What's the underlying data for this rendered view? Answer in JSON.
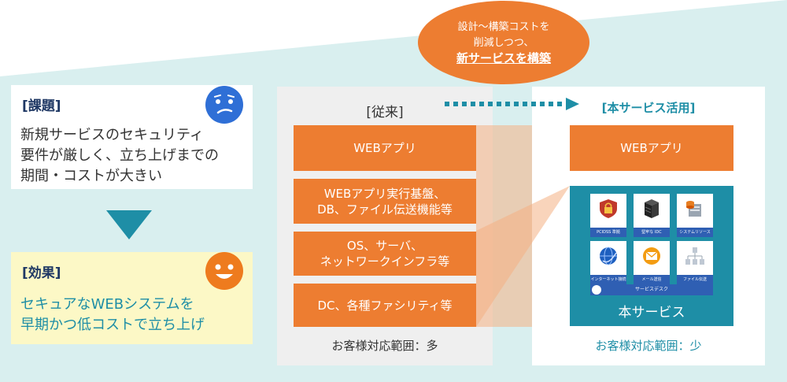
{
  "callout": {
    "line1": "設計～構築コストを",
    "line2": "削減しつつ、",
    "line3": "新サービスを構築"
  },
  "issue": {
    "heading": "[課題]",
    "text": "新規サービスのセキュリティ\n要件が厳しく、立ち上げまでの\n期間・コストが大きい"
  },
  "effect": {
    "heading": "[効果]",
    "text": "セキュアなWEBシステムを\n早期かつ低コストで立ち上げ"
  },
  "conventional": {
    "title": "[従来]",
    "layers": [
      "WEBアプリ",
      "WEBアプリ実行基盤、\nDB、ファイル伝送機能等",
      "OS、サーバ、\nネットワークインフラ等",
      "DC、各種ファシリティ等"
    ],
    "footer": "お客様対応範囲：多"
  },
  "new_service": {
    "title": "[本サービス活用]",
    "app_layer": "WEBアプリ",
    "service_label": "本サービス",
    "tiles": [
      "PCIDSS 準拠",
      "堅牢な IDC",
      "システムリソース",
      "インターネット接続",
      "メール送信",
      "ファイル伝送"
    ],
    "desk": "サービスデスク",
    "footer": "お客様対応範囲：少"
  },
  "colors": {
    "orange": "#ed7d31",
    "teal": "#1e8ea6",
    "navy": "#1f3864",
    "background": "#d9efef"
  }
}
